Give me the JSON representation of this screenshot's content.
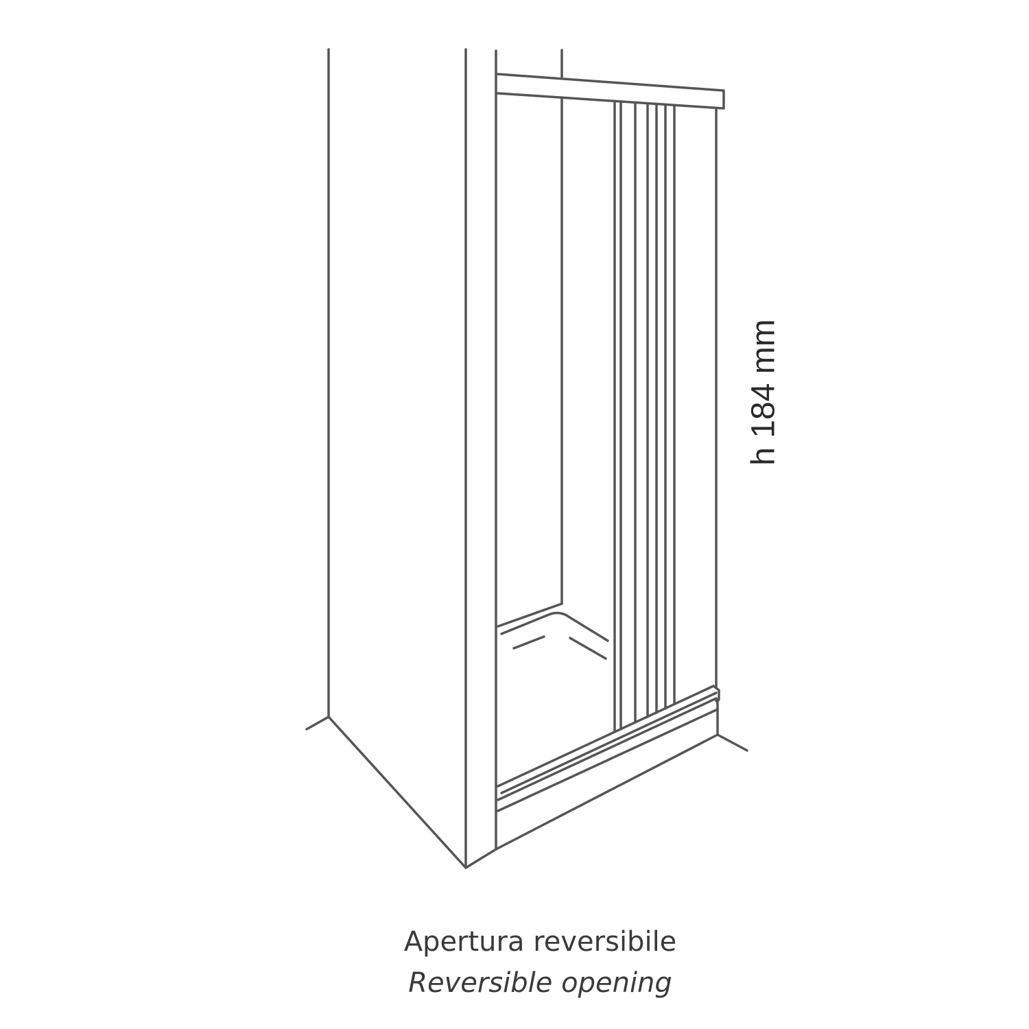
{
  "diagram": {
    "subject": "shower-enclosure-folding-door",
    "dimension": {
      "label": "h 184 mm",
      "orientation": "vertical"
    },
    "caption": {
      "italian": "Apertura reversibile",
      "english": "Reversible opening"
    },
    "colors": {
      "line": "#555555",
      "text": "#3a3a3a",
      "background": "#ffffff"
    }
  }
}
